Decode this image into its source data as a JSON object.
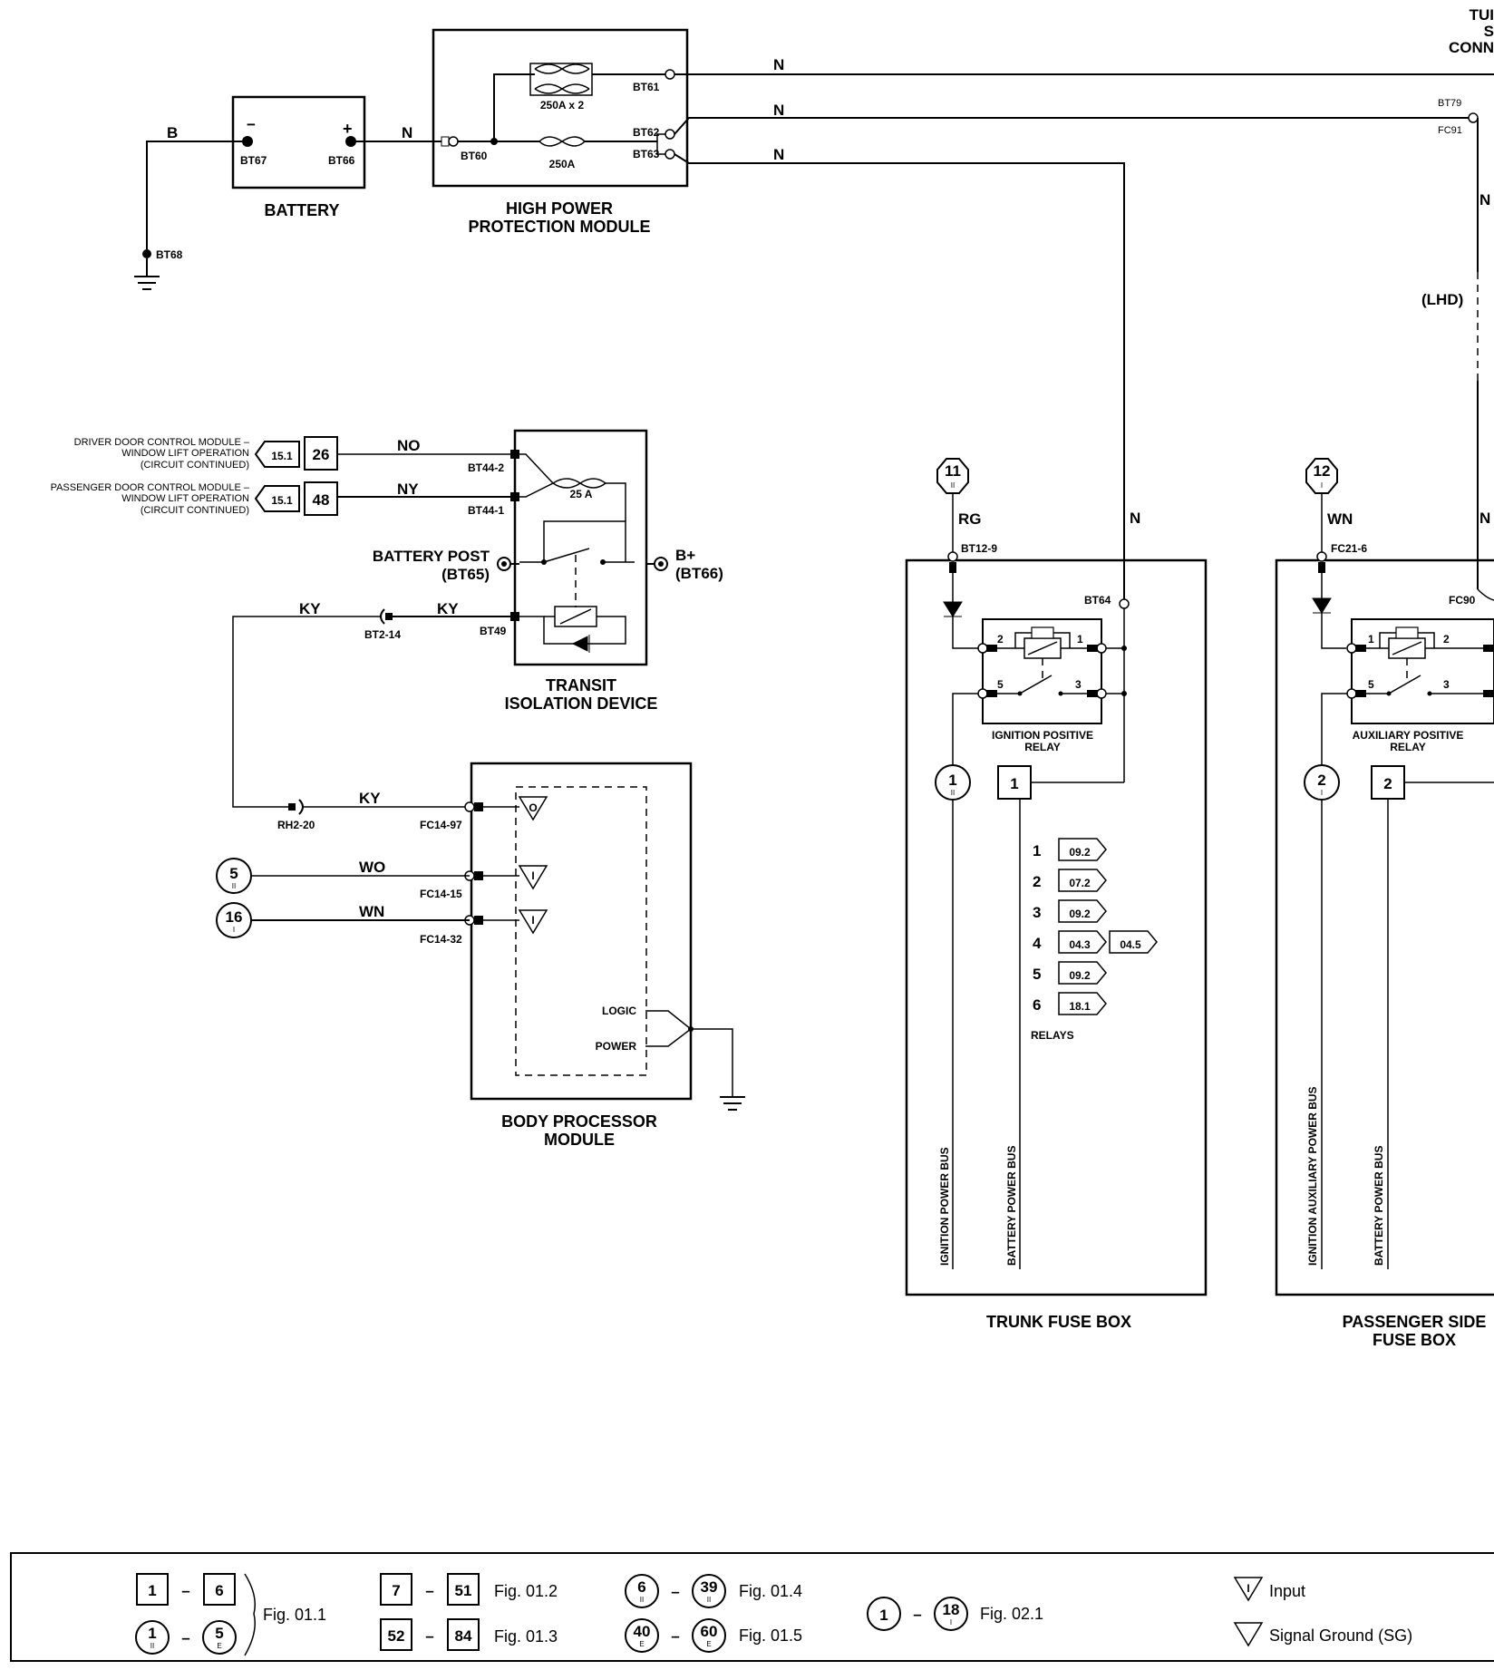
{
  "top_right_labels": [
    "TUI",
    "S",
    "CONN"
  ],
  "wires": {
    "b": "B",
    "n1": "N",
    "n2": "N",
    "n3": "N",
    "n4": "N",
    "n5": "N",
    "n6": "N",
    "n7": "N",
    "no": "NO",
    "ny": "NY",
    "ky1": "KY",
    "ky2": "KY",
    "ky3": "KY",
    "wo": "WO",
    "wn1": "WN",
    "rg": "RG",
    "wn2": "WN",
    "lhd": "(LHD)"
  },
  "battery": {
    "title": "BATTERY",
    "minus": "−",
    "plus": "+",
    "pin_minus": "BT67",
    "pin_plus": "BT66",
    "ground": "BT68"
  },
  "hppm": {
    "title_line1": "HIGH POWER",
    "title_line2": "PROTECTION MODULE",
    "fuse1": "250A x 2",
    "fuse2": "250A",
    "pins": [
      "BT60",
      "BT61",
      "BT62",
      "BT63"
    ]
  },
  "right_conn": {
    "pin1": "BT79",
    "pin2": "FC91"
  },
  "tid": {
    "title_line1": "TRANSIT",
    "title_line2": "ISOLATION DEVICE",
    "fuse": "25 A",
    "pins": [
      "BT44-2",
      "BT44-1",
      "BT49"
    ],
    "battery_post_line1": "BATTERY POST",
    "battery_post_line2": "(BT65)",
    "bplus_line1": "B+",
    "bplus_line2": "(BT66)"
  },
  "ref_driver": {
    "line1": "DRIVER DOOR CONTROL MODULE –",
    "line2": "WINDOW LIFT OPERATION",
    "line3": "(CIRCUIT CONTINUED)",
    "fig": "15.1",
    "num": "26"
  },
  "ref_passenger": {
    "line1": "PASSENGER DOOR CONTROL MODULE –",
    "line2": "WINDOW LIFT OPERATION",
    "line3": "(CIRCUIT CONTINUED)",
    "fig": "15.1",
    "num": "48"
  },
  "bt2": "BT2-14",
  "rh2": "RH2-20",
  "bpm": {
    "title_line1": "BODY PROCESSOR",
    "title_line2": "MODULE",
    "pins": [
      "FC14-97",
      "FC14-15",
      "FC14-32"
    ],
    "sym_o": "O",
    "sym_i1": "I",
    "sym_i2": "I",
    "logic": "LOGIC",
    "power": "POWER",
    "circle5": "5",
    "circle5_sub": "II",
    "circle16": "16",
    "circle16_sub": "I"
  },
  "trunk": {
    "title": "TRUNK FUSE BOX",
    "oct": "11",
    "oct_sub": "II",
    "pin_top": "BT12-9",
    "pin_bt64": "BT64",
    "relay_line1": "IGNITION POSITIVE",
    "relay_line2": "RELAY",
    "relay_pins": [
      "2",
      "1",
      "5",
      "3"
    ],
    "circle": "1",
    "circle_sub": "II",
    "square": "1",
    "relays": [
      {
        "n": "1",
        "ref": "09.2"
      },
      {
        "n": "2",
        "ref": "07.2"
      },
      {
        "n": "3",
        "ref": "09.2"
      },
      {
        "n": "4",
        "ref": "04.3",
        "ref2": "04.5"
      },
      {
        "n": "5",
        "ref": "09.2"
      },
      {
        "n": "6",
        "ref": "18.1"
      }
    ],
    "relays_label": "RELAYS",
    "bus1": "IGNITION POWER BUS",
    "bus2": "BATTERY POWER BUS"
  },
  "passenger_box": {
    "title_line1": "PASSENGER SIDE",
    "title_line2": "FUSE BOX",
    "oct": "12",
    "oct_sub": "I",
    "pin_top": "FC21-6",
    "pin_fc90": "FC90",
    "relay_line1": "AUXILIARY POSITIVE",
    "relay_line2": "RELAY",
    "relay_pins": [
      "1",
      "2",
      "5",
      "3"
    ],
    "circle": "2",
    "circle_sub": "I",
    "square": "2",
    "bus1": "IGNITION AUXILIARY POWER BUS",
    "bus2": "BATTERY POWER BUS"
  },
  "legend": {
    "g1_a": "1",
    "g1_b": "6",
    "g1_c": "1",
    "g1_c_sub": "II",
    "g1_d": "5",
    "g1_d_sub": "E",
    "g1_fig": "Fig. 01.1",
    "g2_a": "7",
    "g2_b": "51",
    "g2_fig": "Fig. 01.2",
    "g3_a": "52",
    "g3_b": "84",
    "g3_fig": "Fig. 01.3",
    "g4_a": "6",
    "g4_a_sub": "II",
    "g4_b": "39",
    "g4_b_sub": "II",
    "g4_fig": "Fig. 01.4",
    "g5_a": "40",
    "g5_a_sub": "E",
    "g5_b": "60",
    "g5_b_sub": "E",
    "g5_fig": "Fig. 01.5",
    "g6_a": "1",
    "g6_b": "18",
    "g6_b_sub": "I",
    "g6_fig": "Fig. 02.1",
    "input_sym": "I",
    "input_label": "Input",
    "sg_label": "Signal Ground (SG)",
    "dash": "–"
  }
}
